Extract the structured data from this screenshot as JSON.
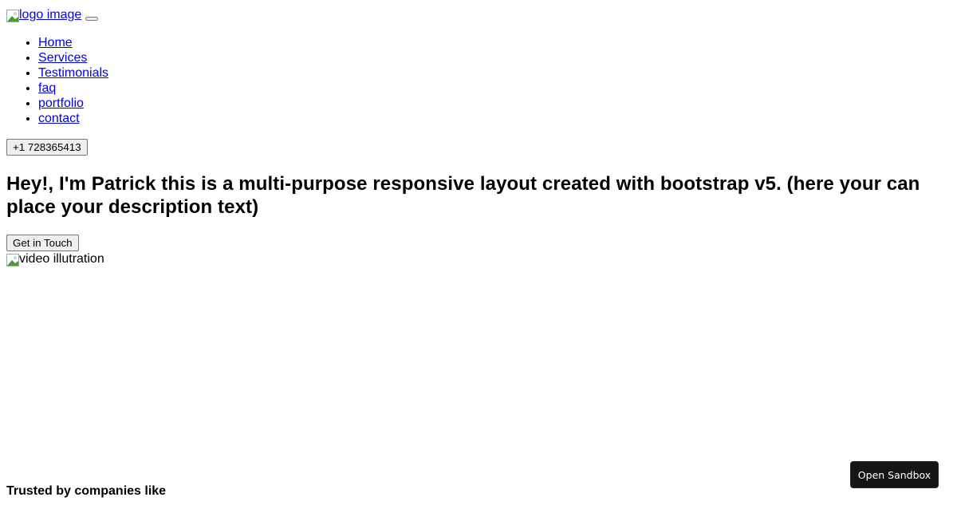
{
  "header": {
    "logo_alt": "logo image",
    "logo_trailing": " ",
    "toggler_icon": "navbar-toggler"
  },
  "nav": {
    "items": [
      {
        "label": "Home"
      },
      {
        "label": "Services"
      },
      {
        "label": "Testimonials"
      },
      {
        "label": "faq"
      },
      {
        "label": "portfolio"
      },
      {
        "label": "contact"
      }
    ]
  },
  "phone_button": {
    "label": "+1 728365413"
  },
  "hero": {
    "title": "Hey!, I'm Patrick this is a multi-purpose responsive layout created with bootstrap v5. (here your can place your description text)",
    "cta_label": "Get in Touch",
    "illustration_alt": "video illutration"
  },
  "trusted": {
    "heading": "Trusted by companies like"
  },
  "sandbox": {
    "label": "Open Sandbox"
  }
}
